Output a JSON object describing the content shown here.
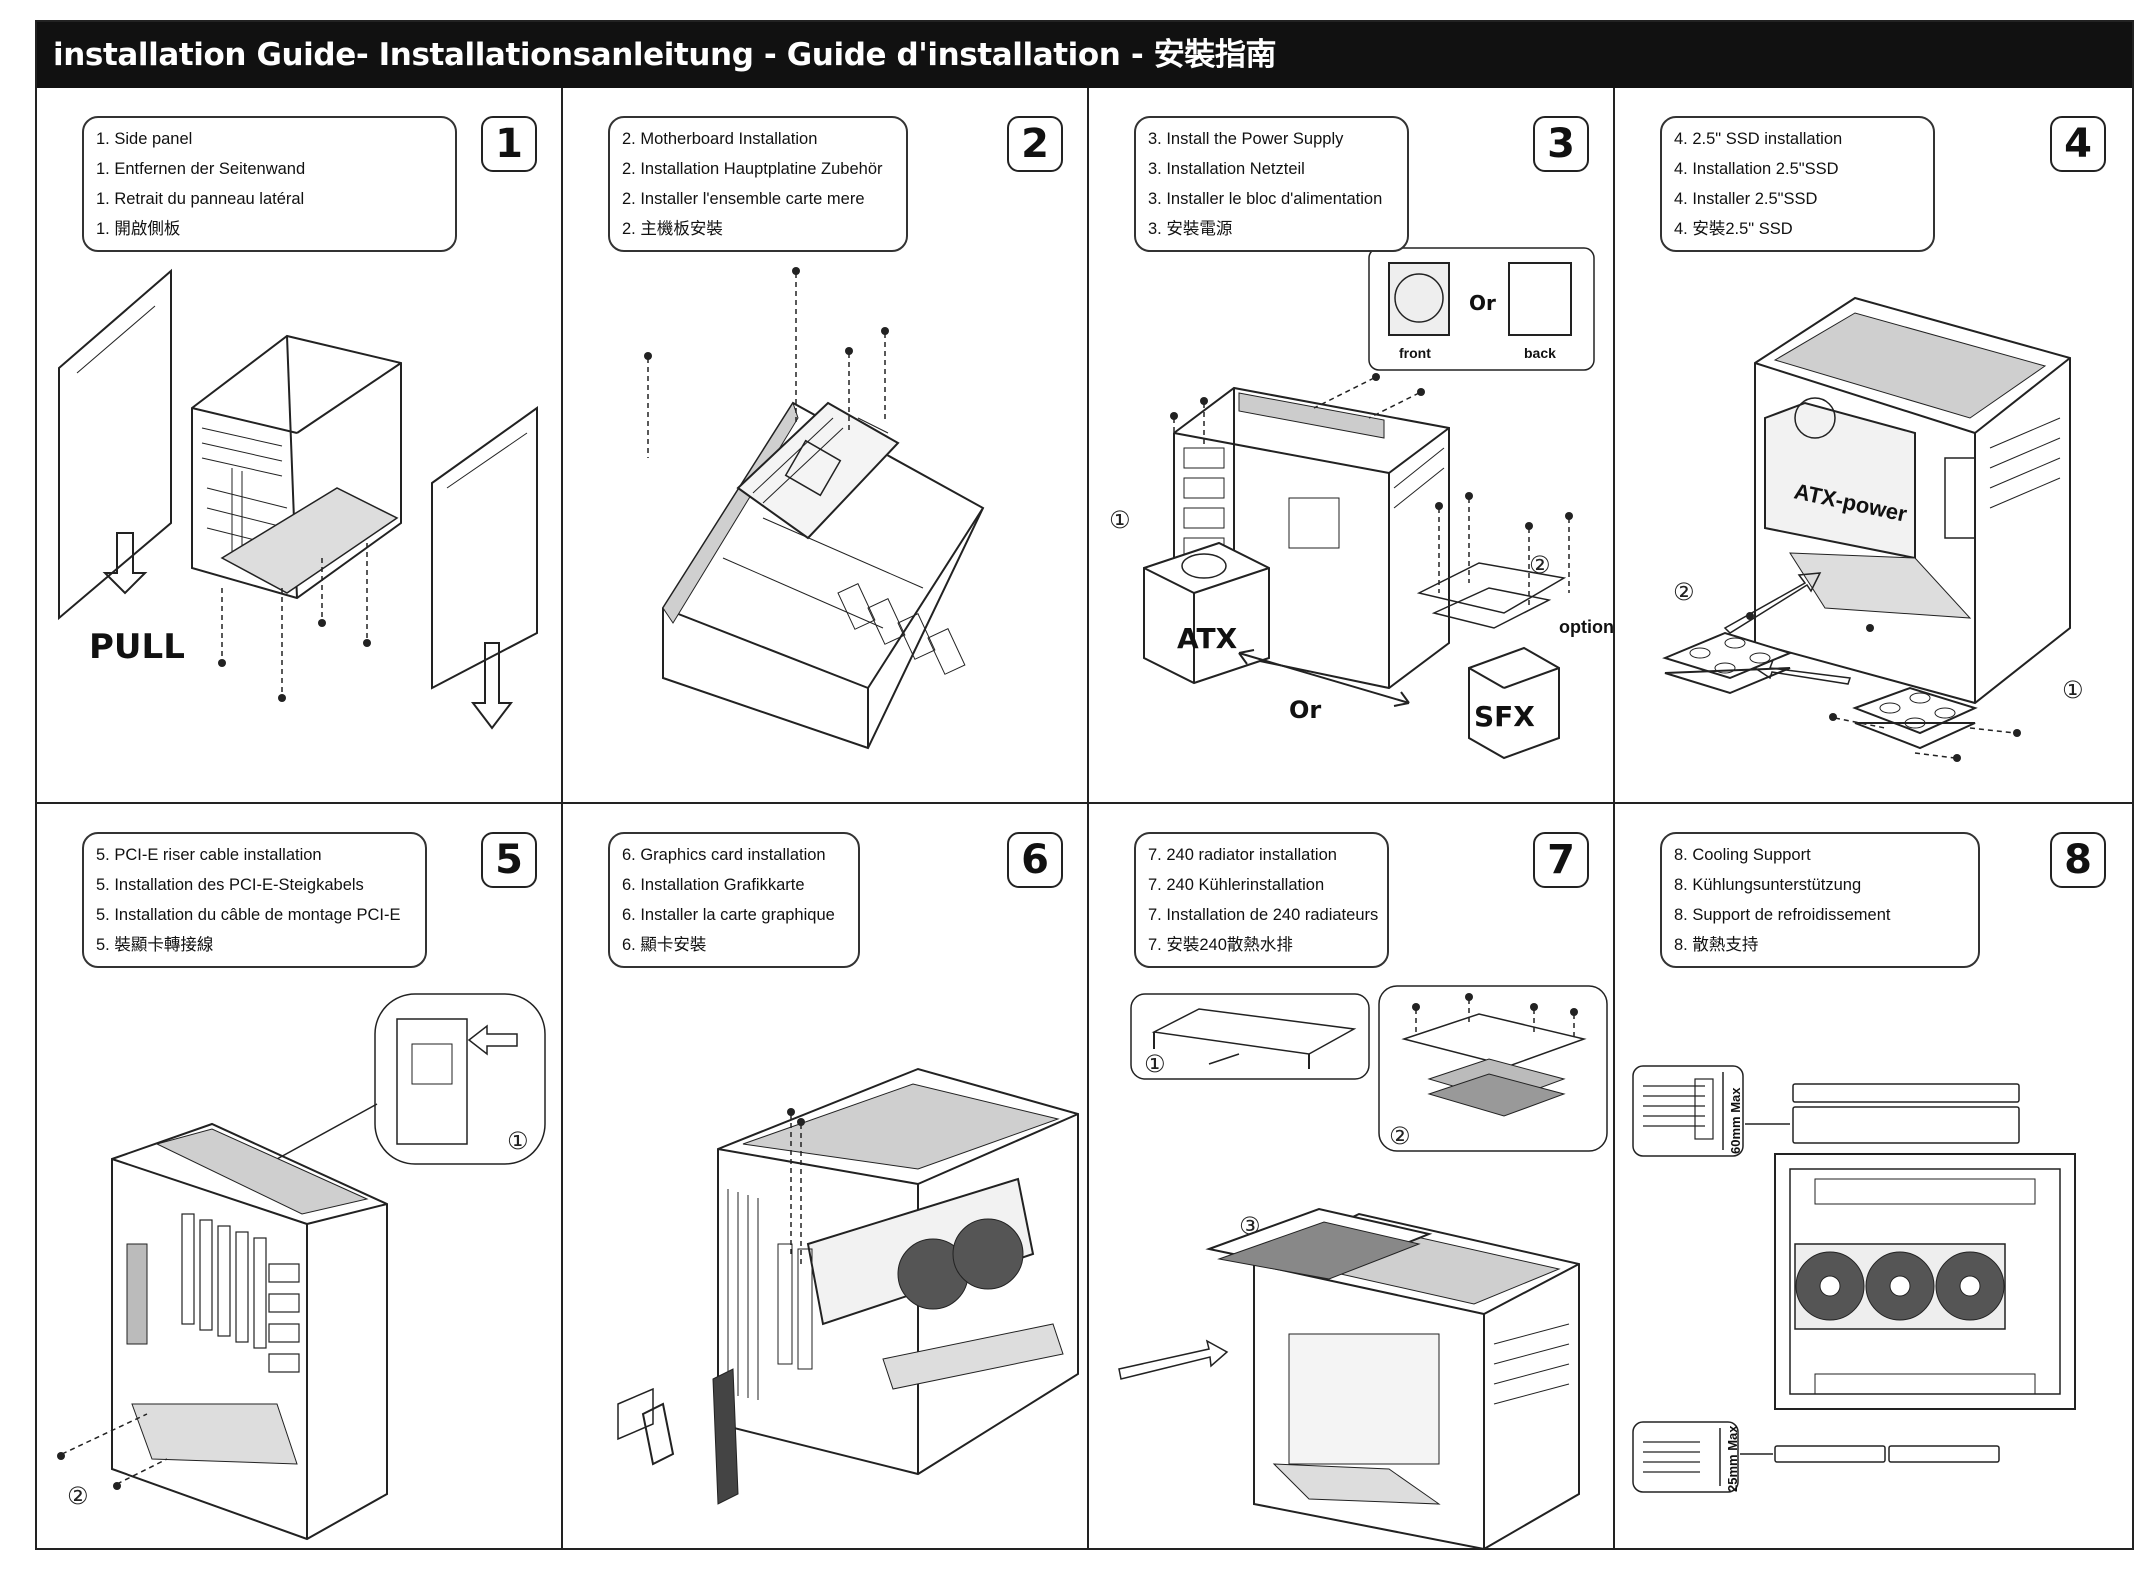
{
  "header": {
    "title": "installation Guide- Installationsanleitung - Guide d'installation - 安裝指南"
  },
  "steps": [
    {
      "number": "1",
      "lines": [
        "1. Side panel",
        "1. Entfernen der Seitenwand",
        "1. Retrait du panneau latéral",
        "1. 開啟側板"
      ]
    },
    {
      "number": "2",
      "lines": [
        "2. Motherboard Installation",
        "2. Installation Hauptplatine Zubehör",
        "2. Installer l'ensemble carte mere",
        "2. 主機板安裝"
      ]
    },
    {
      "number": "3",
      "lines": [
        "3. Install the Power Supply",
        "3. Installation Netzteil",
        "3. Installer le bloc d'alimentation",
        "3. 安裝電源"
      ]
    },
    {
      "number": "4",
      "lines": [
        "4. 2.5\" SSD  installation",
        "4. Installation 2.5\"SSD",
        "4. Installer 2.5\"SSD",
        "4. 安裝2.5\" SSD"
      ]
    },
    {
      "number": "5",
      "lines": [
        "5. PCI-E riser cable installation",
        "5. Installation des PCI-E-Steigkabels",
        "5. Installation du câble de montage PCI-E",
        "5. 裝顯卡轉接線"
      ]
    },
    {
      "number": "6",
      "lines": [
        "6. Graphics card installation",
        "6. Installation Grafikkarte",
        "6. Installer la carte graphique",
        "6. 顯卡安裝"
      ]
    },
    {
      "number": "7",
      "lines": [
        "7. 240 radiator installation",
        "7. 240 Kühlerinstallation",
        "7. Installation de 240 radiateurs",
        "7. 安裝240散熱水排"
      ]
    },
    {
      "number": "8",
      "lines": [
        "8. Cooling Support",
        "8. Kühlungsunterstützung",
        "8. Support de refroidissement",
        "8. 散熱支持"
      ]
    }
  ],
  "labels": {
    "pull": "PULL",
    "or": "Or",
    "front": "front",
    "back": "back",
    "atx": "ATX",
    "sfx": "SFX",
    "option": "option",
    "atx_power": "ATX-power",
    "max60": "60mm Max",
    "max25": "25mm Max",
    "c1": "①",
    "c2": "②",
    "c3": "③"
  }
}
